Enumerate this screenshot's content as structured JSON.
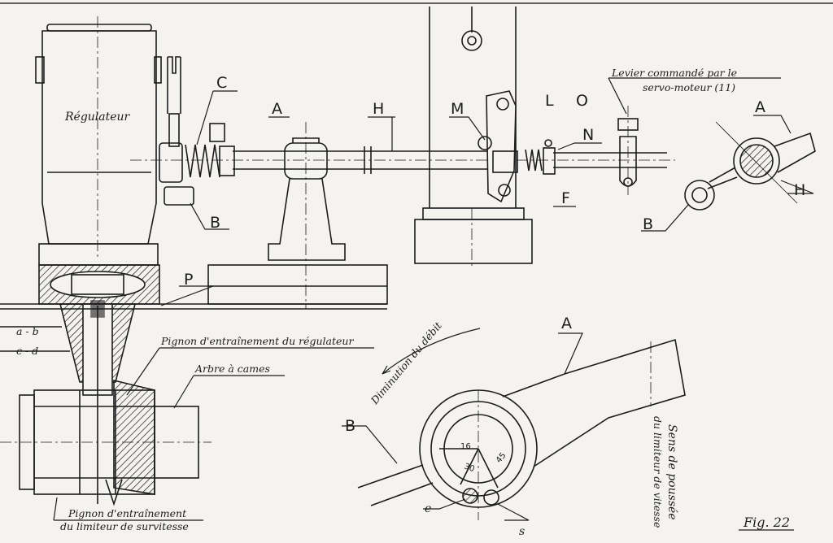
{
  "labels": {
    "regulateur": "Régulateur",
    "C": "C",
    "A_top": "A",
    "H_top": "H",
    "M": "M",
    "L": "L",
    "O": "O",
    "N": "N",
    "F": "F",
    "B_left": "B",
    "B_mid": "B",
    "A_right": "A",
    "H_right": "H",
    "P": "P",
    "ab": "a - b",
    "cd": "c - d",
    "levier_1": "Levier commandé par le",
    "levier_2": "servo-moteur (11)",
    "pignon_regulateur": "Pignon d'entraînement du régulateur",
    "arbre_cames": "Arbre à cames",
    "pignon_limiteur_1": "Pignon d'entraînement",
    "pignon_limiteur_2": "du limiteur de survitesse",
    "diminution": "Diminution du débit",
    "A_bottom": "A",
    "B_bottom": "B",
    "sens_1": "Sens de poussée",
    "sens_2": "du limiteur de vitesse",
    "dim_16": "16",
    "dim_30": "30",
    "dim_45": "45",
    "e": "e",
    "s": "s",
    "fig": "Fig. 22"
  },
  "colors": {
    "paper": "#f4f3ef",
    "ink": "#1c1c1c"
  }
}
